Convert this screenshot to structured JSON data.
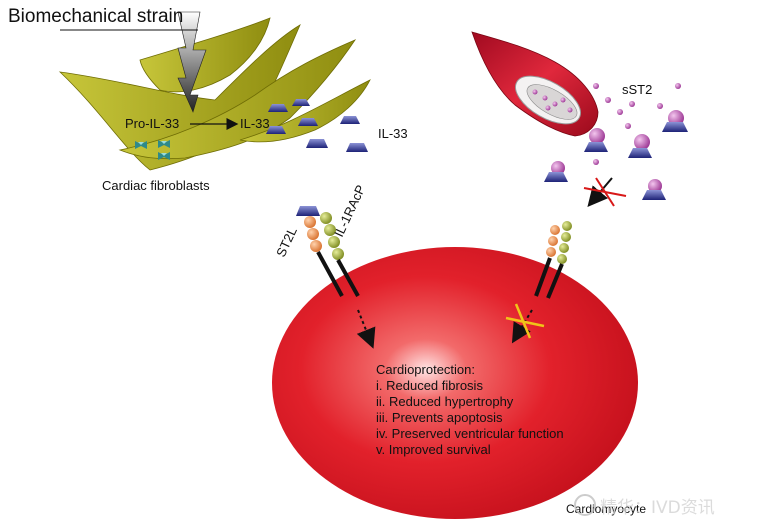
{
  "title": "Biomechanical strain",
  "labels": {
    "pro_il33": "Pro-IL-33",
    "il33_inside": "IL-33",
    "il33_free": "IL-33",
    "cardiac_fibroblasts": "Cardiac fibroblasts",
    "sst2": "sST2",
    "st2l": "ST2L",
    "il1racp": "IL-1RAcP",
    "cardiomyocyte": "Cardiomyocyte"
  },
  "cardioprotection": {
    "heading": "Cardioprotection:",
    "items": [
      "i. Reduced fibrosis",
      "ii. Reduced hypertrophy",
      "iii. Prevents apoptosis",
      "iv. Preserved ventricular function",
      "v. Improved survival"
    ]
  },
  "watermark": "精华：IVD资讯",
  "colors": {
    "fibroblast": "#a9a81a",
    "cell": "#e8202a",
    "vessel": "#c8102e",
    "ligand": "#2b2f8a",
    "sst2_dot": "#b04aa8",
    "receptor_orange": "#e8894a",
    "receptor_green": "#9aa83a",
    "block_red": "#d81818",
    "block_yellow": "#f0c419"
  }
}
